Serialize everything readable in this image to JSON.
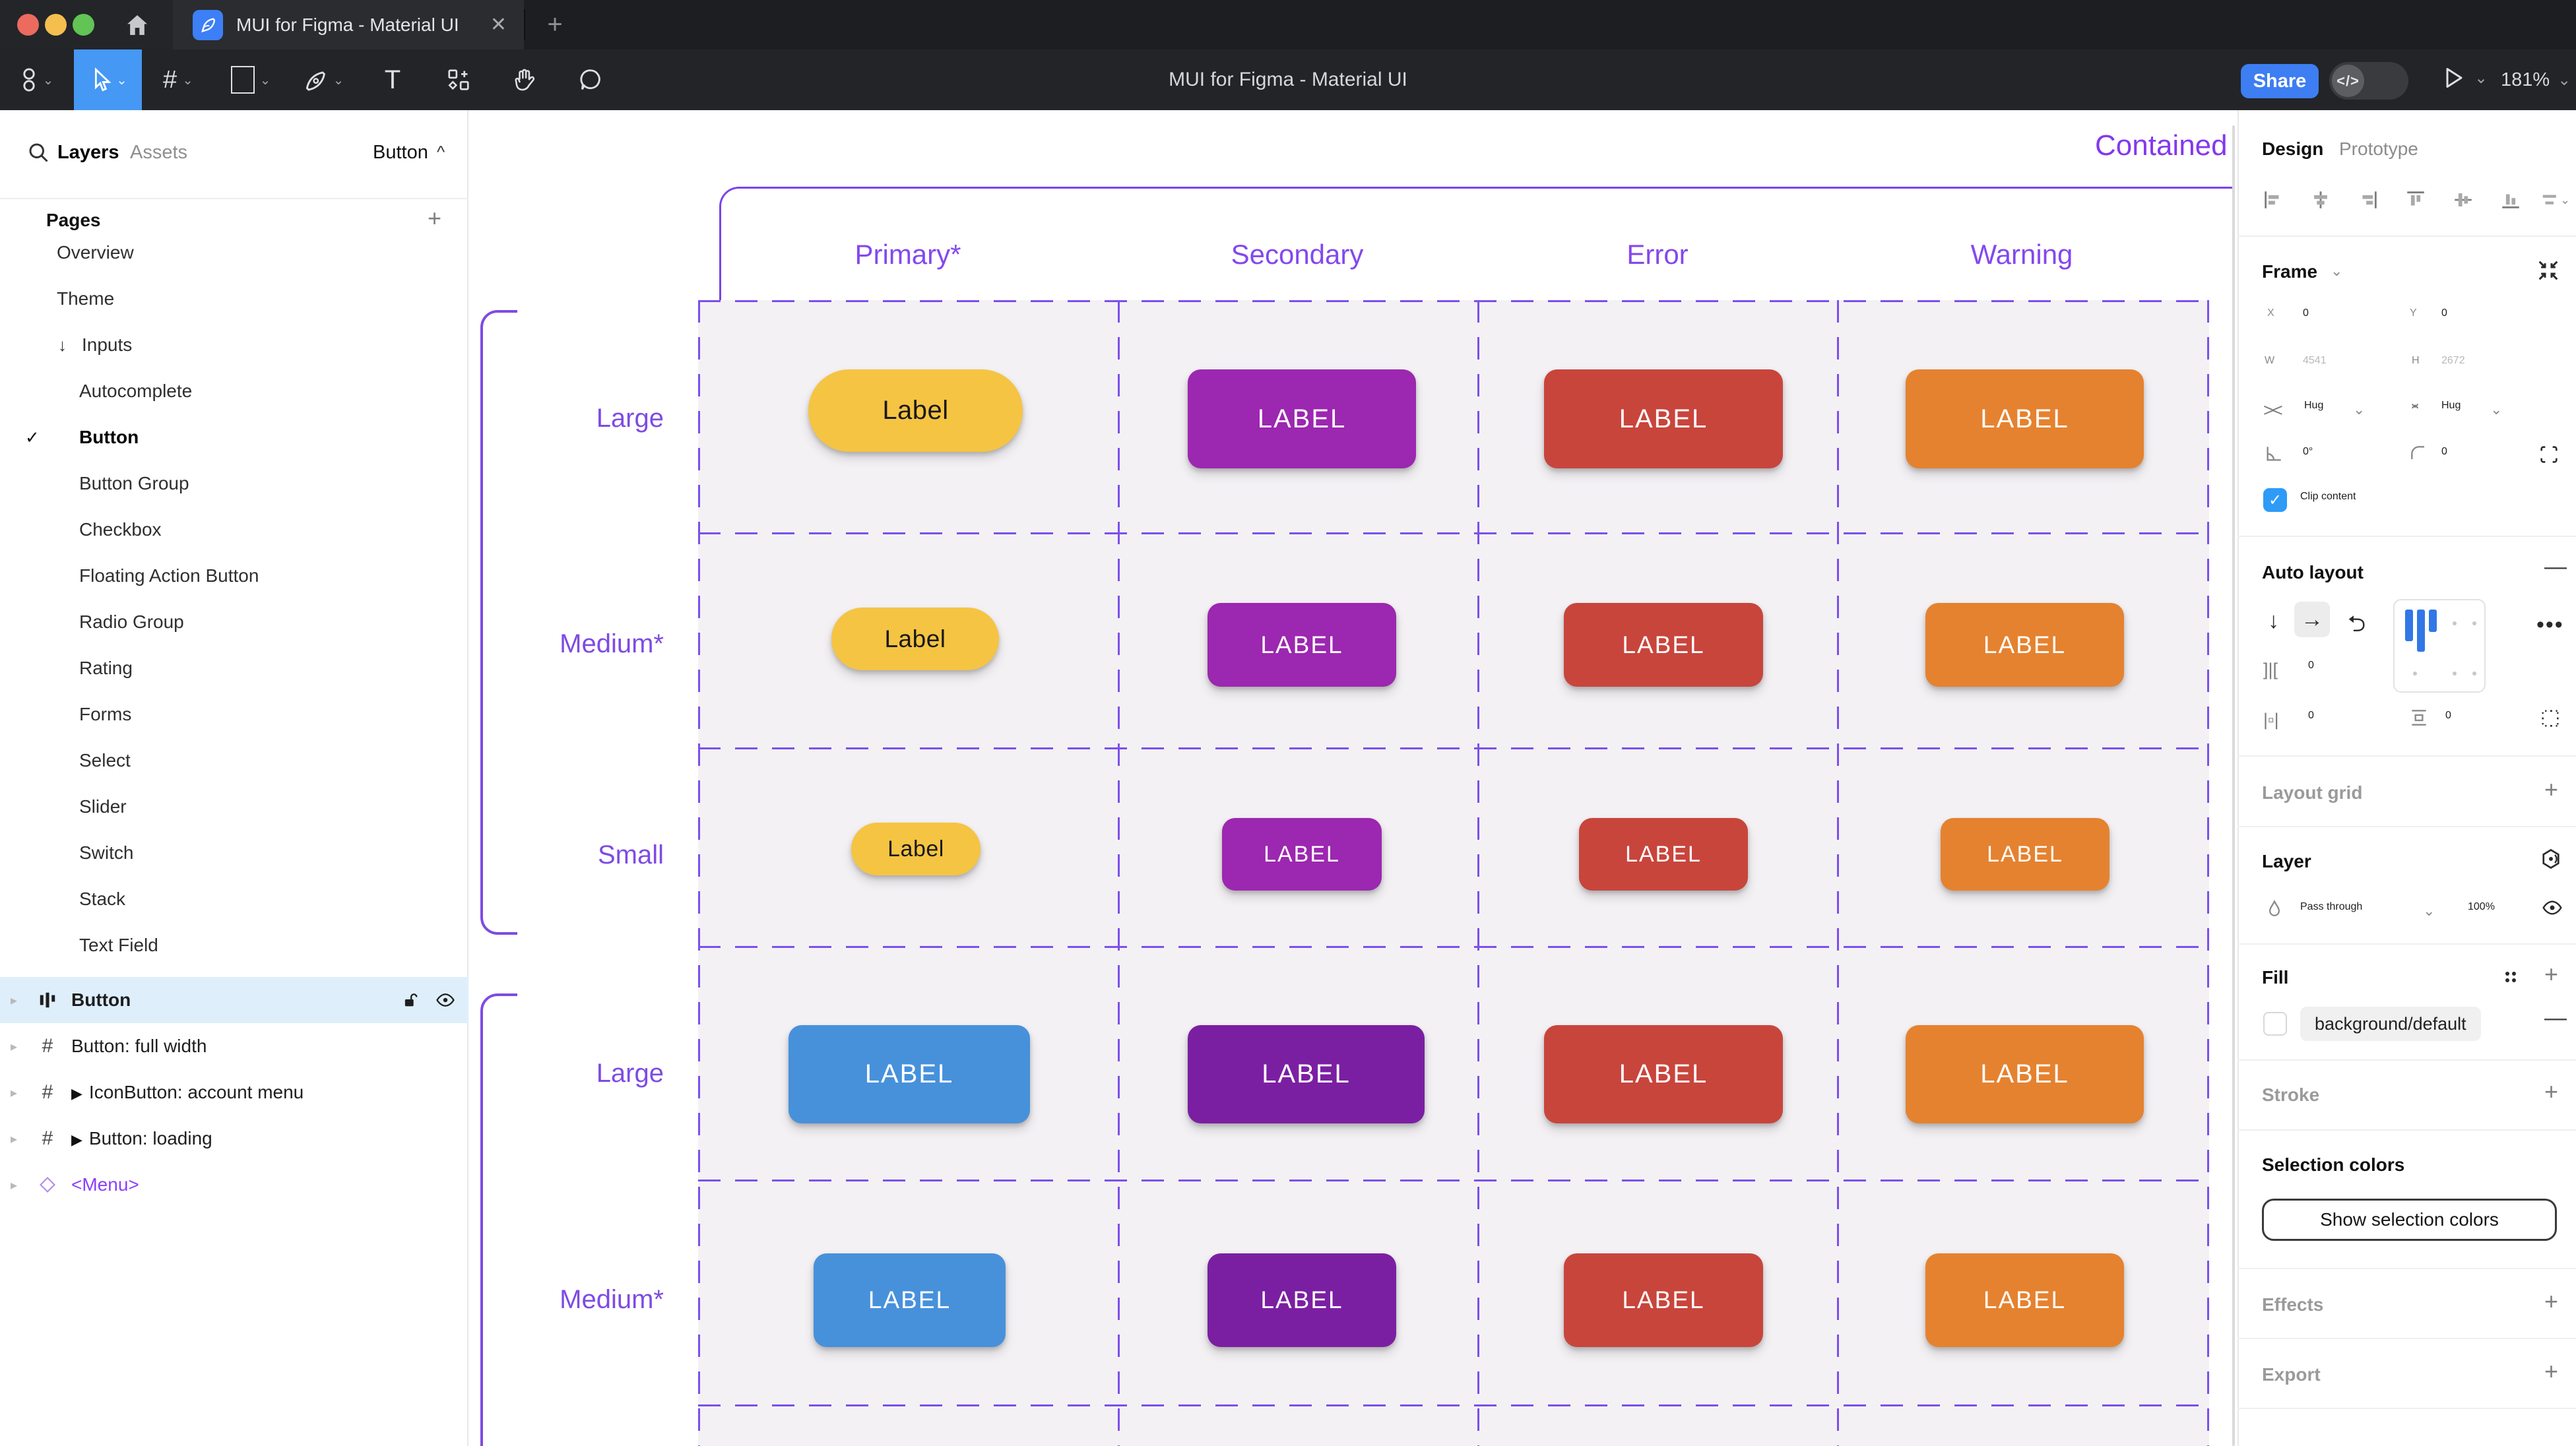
{
  "titlebar": {
    "tab_title": "MUI for Figma - Material UI",
    "close_glyph": "✕",
    "new_tab_glyph": "+"
  },
  "toolbar": {
    "document_title": "MUI for Figma - Material UI",
    "share_label": "Share",
    "dev_toggle_glyph": "</>",
    "zoom_level": "181%"
  },
  "sidebar": {
    "tabs": {
      "layers": "Layers",
      "assets": "Assets"
    },
    "selection_dropdown": "Button",
    "pages_header": "Pages",
    "pages": [
      {
        "label": "Overview"
      },
      {
        "label": "Theme"
      },
      {
        "label": "Inputs"
      },
      {
        "label": "Autocomplete"
      },
      {
        "label": "Button"
      },
      {
        "label": "Button Group"
      },
      {
        "label": "Checkbox"
      },
      {
        "label": "Floating Action Button"
      },
      {
        "label": "Radio Group"
      },
      {
        "label": "Rating"
      },
      {
        "label": "Forms"
      },
      {
        "label": "Select"
      },
      {
        "label": "Slider"
      },
      {
        "label": "Switch"
      },
      {
        "label": "Stack"
      },
      {
        "label": "Text Field"
      }
    ],
    "layers": [
      {
        "label": "Button"
      },
      {
        "label": "Button: full width"
      },
      {
        "label": "IconButton: account menu"
      },
      {
        "label": "Button: loading"
      },
      {
        "label": "<Menu>"
      }
    ]
  },
  "inspector": {
    "tabs": {
      "design": "Design",
      "prototype": "Prototype"
    },
    "frame": {
      "header": "Frame",
      "x_label": "X",
      "x": "0",
      "y_label": "Y",
      "y": "0",
      "w_label": "W",
      "w": "4541",
      "h_label": "H",
      "h": "2672",
      "h_sizing": "Hug",
      "v_sizing": "Hug",
      "rotation": "0°",
      "corner_radius": "0",
      "clip_label": "Clip content",
      "check_glyph": "✓"
    },
    "auto_layout": {
      "header": "Auto layout",
      "gap": "0",
      "padding_h": "0",
      "padding_v": "0"
    },
    "layout_grid": {
      "header": "Layout grid"
    },
    "layer": {
      "header": "Layer",
      "blend_mode": "Pass through",
      "opacity": "100%"
    },
    "fill": {
      "header": "Fill",
      "token": "background/default"
    },
    "stroke": {
      "header": "Stroke"
    },
    "selection_colors": {
      "header": "Selection colors",
      "button_label": "Show selection colors"
    },
    "effects": {
      "header": "Effects"
    },
    "export": {
      "header": "Export"
    }
  },
  "canvas": {
    "frame_title": "Contained",
    "columns": [
      "Primary*",
      "Secondary",
      "Error",
      "Warning"
    ],
    "rows": [
      {
        "label": "Large",
        "buttons": [
          {
            "label": "Label"
          },
          {
            "label": "LABEL"
          },
          {
            "label": "LABEL"
          },
          {
            "label": "LABEL"
          }
        ]
      },
      {
        "label": "Medium*",
        "buttons": [
          {
            "label": "Label"
          },
          {
            "label": "LABEL"
          },
          {
            "label": "LABEL"
          },
          {
            "label": "LABEL"
          }
        ]
      },
      {
        "label": "Small",
        "buttons": [
          {
            "label": "Label"
          },
          {
            "label": "LABEL"
          },
          {
            "label": "LABEL"
          },
          {
            "label": "LABEL"
          }
        ]
      },
      {
        "label": "Large",
        "buttons": [
          {
            "label": "LABEL"
          },
          {
            "label": "LABEL"
          },
          {
            "label": "LABEL"
          },
          {
            "label": "LABEL"
          }
        ]
      },
      {
        "label": "Medium*",
        "buttons": [
          {
            "label": "LABEL"
          },
          {
            "label": "LABEL"
          },
          {
            "label": "LABEL"
          },
          {
            "label": "LABEL"
          }
        ]
      }
    ],
    "colors": {
      "primary_yellow": "#F5C443",
      "secondary_purple": "#9C27B0",
      "secondary_purple_dark": "#7B1FA2",
      "error_red": "#C8453C",
      "warning_orange": "#E5822F",
      "primary_blue": "#4791DB",
      "annotation_purple": "#7E4BE3",
      "component_dash_purple": "#7C50EC"
    }
  }
}
